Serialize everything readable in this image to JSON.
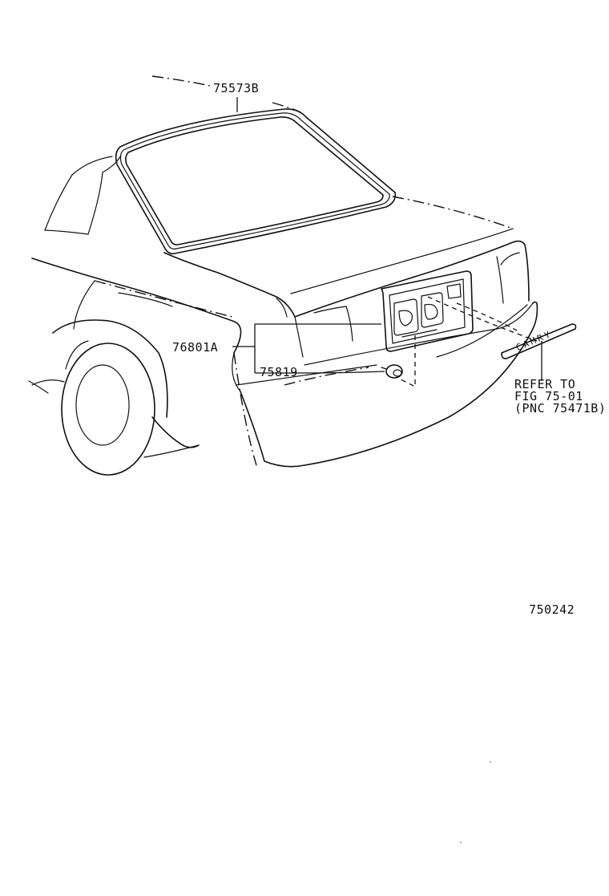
{
  "labels": {
    "weatherstrip": "75573B",
    "license_garnish": "76801A",
    "clip": "75819",
    "refer_line1": "REFER TO",
    "refer_line2": "FIG 75-01",
    "refer_line3": "(PNC 75471B)",
    "figure_number": "750242"
  },
  "emblem_text": "CAMRY"
}
